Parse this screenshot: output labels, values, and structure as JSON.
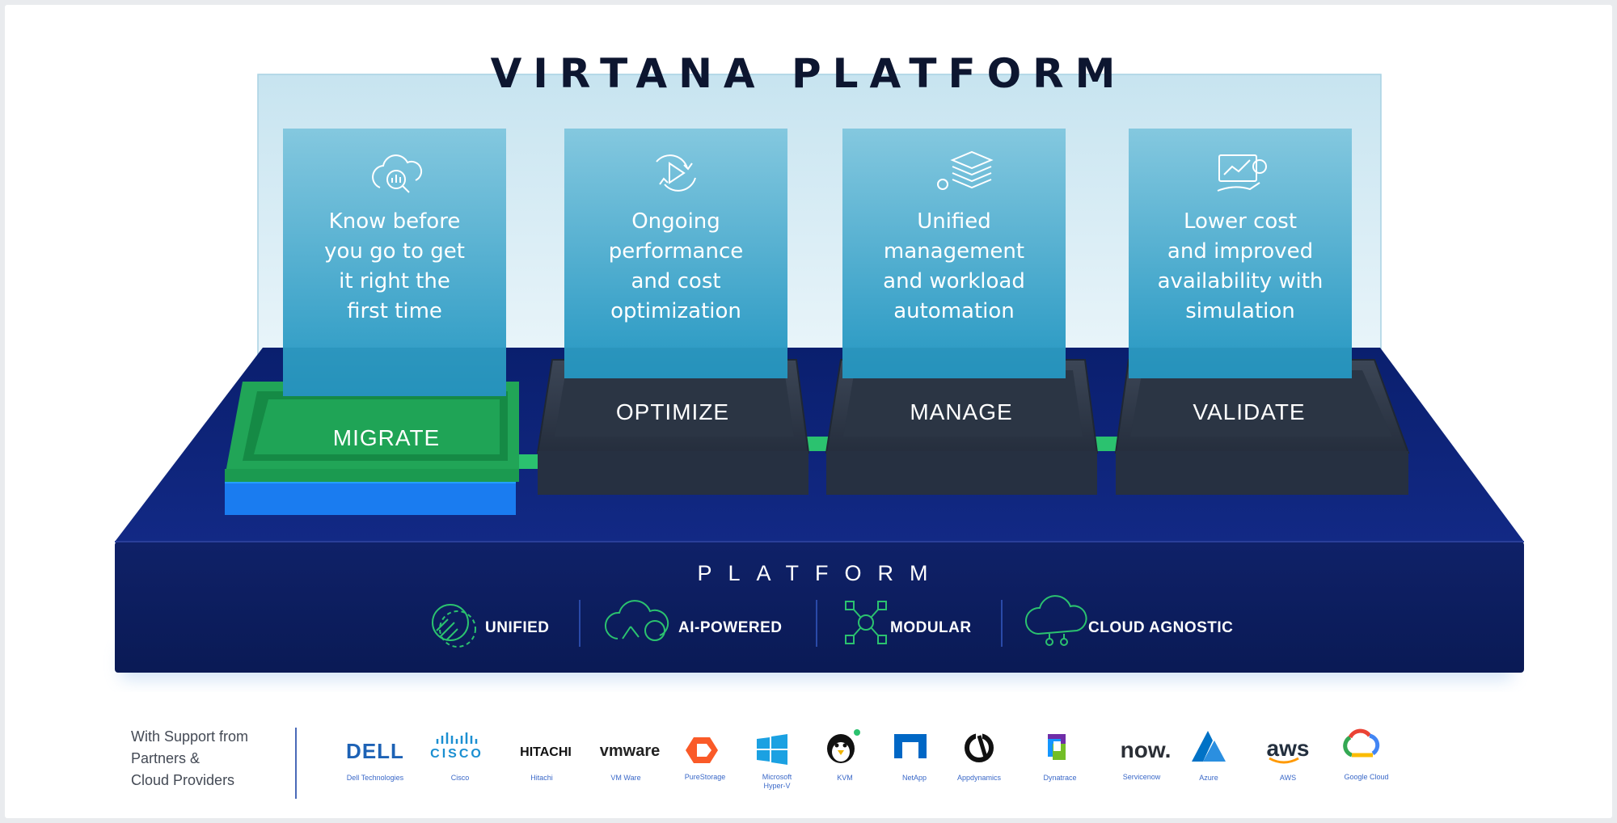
{
  "title": "VIRTANA PLATFORM",
  "cards": [
    {
      "icon": "cloud-analytics-icon",
      "text": "Know before\nyou go to get\nit right the\nfirst time",
      "stage": "MIGRATE"
    },
    {
      "icon": "performance-cycle-icon",
      "text": "Ongoing\nperformance\nand cost\noptimization",
      "stage": "OPTIMIZE"
    },
    {
      "icon": "stacked-layers-gear-icon",
      "text": "Unified\nmanagement\nand workload\nautomation",
      "stage": "MANAGE"
    },
    {
      "icon": "cost-chart-hand-icon",
      "text": "Lower cost\nand improved\navailability with\nsimulation",
      "stage": "VALIDATE"
    }
  ],
  "platform": {
    "title": "PLATFORM",
    "features": [
      {
        "icon": "unified-icon",
        "label": "UNIFIED"
      },
      {
        "icon": "ai-cloud-icon",
        "label": "AI-POWERED"
      },
      {
        "icon": "modular-network-icon",
        "label": "MODULAR"
      },
      {
        "icon": "cloud-network-icon",
        "label": "CLOUD AGNOSTIC"
      }
    ]
  },
  "support": {
    "text": "With Support from\nPartners &\nCloud Providers",
    "partners": [
      {
        "brand": "DELL",
        "label": "Dell Technologies",
        "color": "#1d62b5"
      },
      {
        "brand": "CISCO",
        "label": "Cisco",
        "color": "#1b8fd1"
      },
      {
        "brand": "HITACHI",
        "label": "Hitachi",
        "color": "#111111"
      },
      {
        "brand": "vmware",
        "label": "VM Ware",
        "color": "#222222"
      },
      {
        "brand": "purestorage-icon",
        "label": "PureStorage",
        "color": "#fa5a28"
      },
      {
        "brand": "windows-icon",
        "label": "Microsoft\nHyper-V",
        "color": "#1ba1e2"
      },
      {
        "brand": "kvm-penguin-icon",
        "label": "KVM",
        "color": "#111111"
      },
      {
        "brand": "netapp-icon",
        "label": "NetApp",
        "color": "#0067c5"
      },
      {
        "brand": "appdynamics-icon",
        "label": "Appdynamics",
        "color": "#111111"
      },
      {
        "brand": "dynatrace-icon",
        "label": "Dynatrace",
        "color": "#6f2da8"
      },
      {
        "brand": "now.",
        "label": "Servicenow",
        "color": "#2b2f36"
      },
      {
        "brand": "azure-icon",
        "label": "Azure",
        "color": "#0072c6"
      },
      {
        "brand": "aws",
        "label": "AWS",
        "color": "#232f3e"
      },
      {
        "brand": "google-cloud-icon",
        "label": "Google Cloud",
        "color": "#4285f4"
      }
    ]
  },
  "colors": {
    "navy": "#0b1e6e",
    "card_top": "#7dc3dc",
    "card_bottom": "#1d93bf",
    "migrate_green": "#22a65a",
    "migrate_blue": "#1a7cf0",
    "tray": "#2f3a4a",
    "accent_green": "#2bc26f"
  }
}
